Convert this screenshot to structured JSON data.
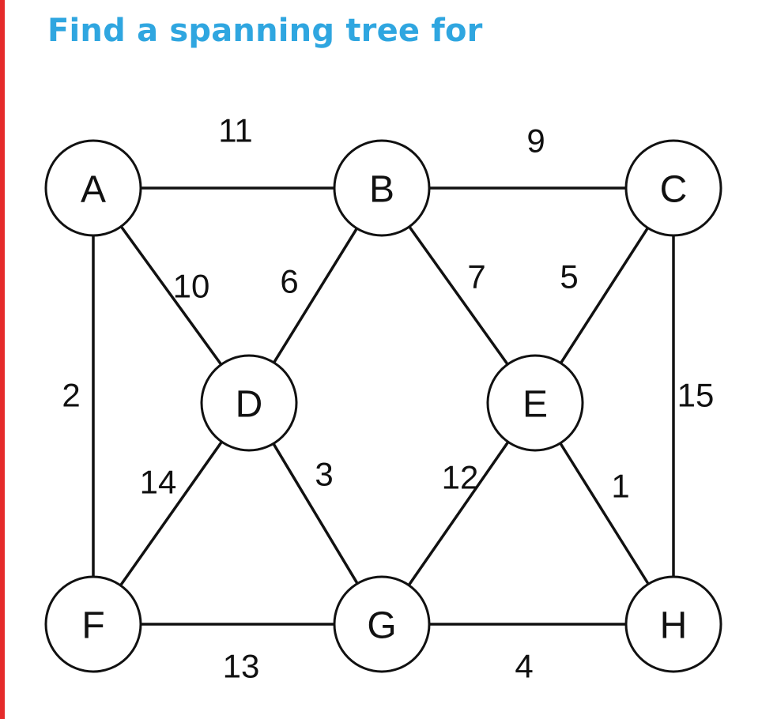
{
  "title": "Find a spanning tree for",
  "colors": {
    "title": "#2fa6e0",
    "accent": "#e52b2b",
    "stroke": "#111111"
  },
  "nodes": [
    {
      "id": "A",
      "label": "A"
    },
    {
      "id": "B",
      "label": "B"
    },
    {
      "id": "C",
      "label": "C"
    },
    {
      "id": "D",
      "label": "D"
    },
    {
      "id": "E",
      "label": "E"
    },
    {
      "id": "F",
      "label": "F"
    },
    {
      "id": "G",
      "label": "G"
    },
    {
      "id": "H",
      "label": "H"
    }
  ],
  "edges": [
    {
      "from": "A",
      "to": "B",
      "weight": "11"
    },
    {
      "from": "B",
      "to": "C",
      "weight": "9"
    },
    {
      "from": "A",
      "to": "D",
      "weight": "10"
    },
    {
      "from": "B",
      "to": "D",
      "weight": "6"
    },
    {
      "from": "B",
      "to": "E",
      "weight": "7"
    },
    {
      "from": "C",
      "to": "E",
      "weight": "5"
    },
    {
      "from": "A",
      "to": "F",
      "weight": "2"
    },
    {
      "from": "C",
      "to": "H",
      "weight": "15"
    },
    {
      "from": "D",
      "to": "F",
      "weight": "14"
    },
    {
      "from": "D",
      "to": "G",
      "weight": "3"
    },
    {
      "from": "E",
      "to": "G",
      "weight": "12"
    },
    {
      "from": "E",
      "to": "H",
      "weight": "1"
    },
    {
      "from": "F",
      "to": "G",
      "weight": "13"
    },
    {
      "from": "G",
      "to": "H",
      "weight": "4"
    }
  ]
}
